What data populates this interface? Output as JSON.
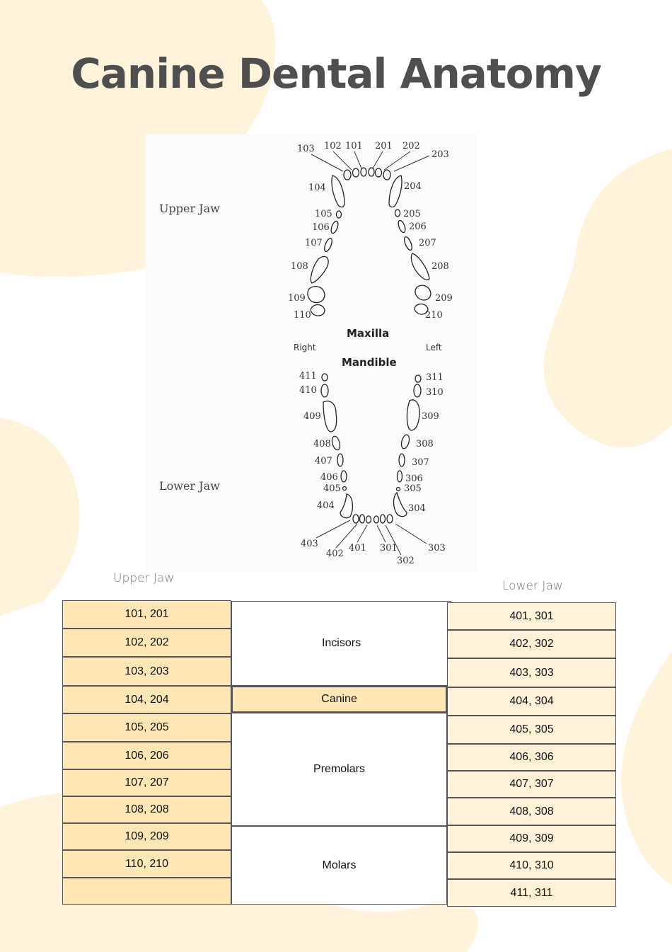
{
  "title": "Canine Dental Anatomy",
  "colors": {
    "shape": "#fff3dc",
    "cell_upper": "#ffe7b5",
    "cell_lower": "#fff2d8",
    "title": "#4f4f4f"
  },
  "diagram": {
    "upper_jaw_label": "Upper Jaw",
    "lower_jaw_label": "Lower Jaw",
    "maxilla_label": "Maxilla",
    "mandible_label": "Mandible",
    "right_label": "Right",
    "left_label": "Left",
    "upper_numbers": [
      "103",
      "102",
      "101",
      "201",
      "202",
      "203",
      "104",
      "204",
      "105",
      "205",
      "106",
      "206",
      "107",
      "207",
      "108",
      "208",
      "109",
      "209",
      "110",
      "210"
    ],
    "lower_numbers": [
      "411",
      "311",
      "410",
      "310",
      "409",
      "309",
      "408",
      "308",
      "407",
      "307",
      "406",
      "306",
      "405",
      "305",
      "404",
      "304",
      "403",
      "402",
      "401",
      "301",
      "302",
      "303"
    ]
  },
  "table": {
    "upper_heading": "Upper Jaw",
    "lower_heading": "Lower Jaw",
    "upper": [
      "101, 201",
      "102, 202",
      "103, 203",
      "104, 204",
      "105, 205",
      "106, 206",
      "107, 207",
      "108, 208",
      "109, 209",
      "110, 210",
      ""
    ],
    "groups": [
      "Incisors",
      "Canine",
      "Premolars",
      "Molars"
    ],
    "lower": [
      "401, 301",
      "402, 302",
      "403, 303",
      "404, 304",
      "405, 305",
      "406, 306",
      "407, 307",
      "408, 308",
      "409, 309",
      "410, 310",
      "411, 311"
    ]
  }
}
